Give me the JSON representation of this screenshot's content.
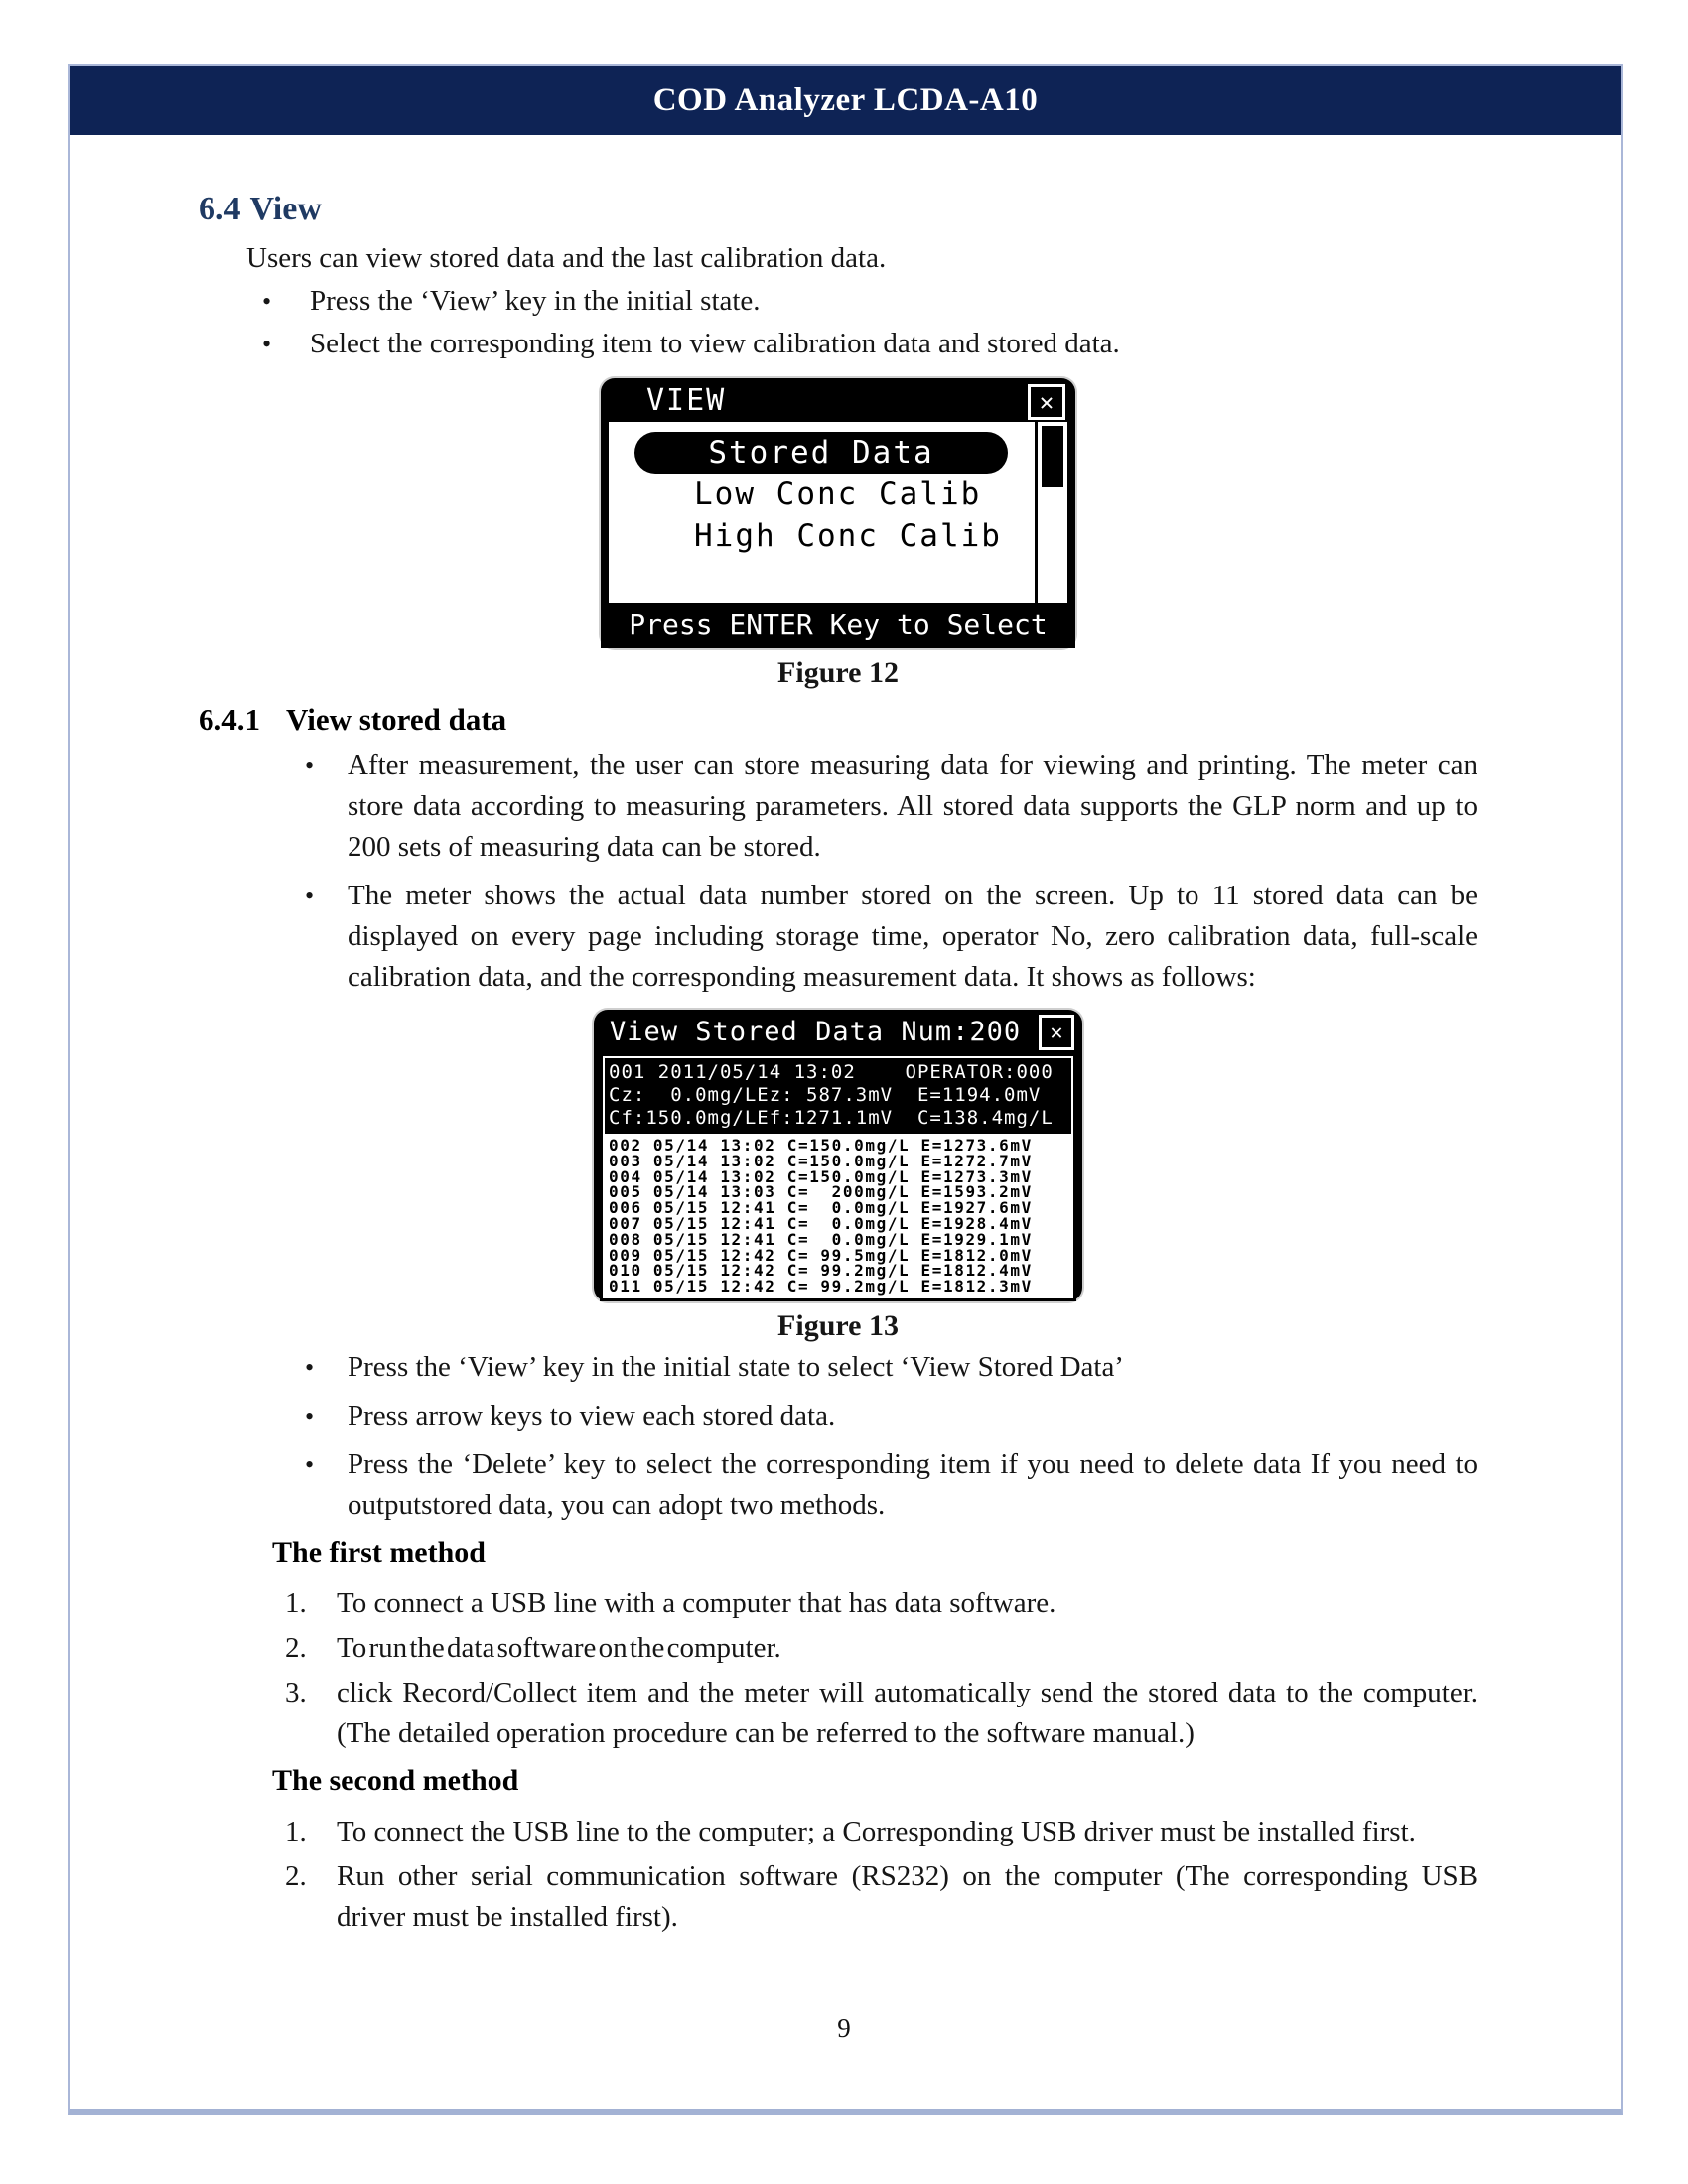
{
  "header": {
    "title": "COD Analyzer LCDA-A10"
  },
  "section_64": {
    "number": "6.4",
    "title": "View",
    "intro": "Users can view stored data and the last calibration data.",
    "bullets": [
      "Press the ‘View’ key in the initial state.",
      "Select the corresponding item to view calibration data and stored data."
    ]
  },
  "figure12": {
    "caption": "Figure 12",
    "lcd": {
      "title": "VIEW",
      "close_glyph": "✕",
      "menu": [
        "Stored Data",
        "Low Conc Calib",
        "High Conc Calib"
      ],
      "selected_item": "Stored Data",
      "footer": "Press ENTER Key to Select"
    }
  },
  "section_641": {
    "number": "6.4.1",
    "title": "View stored data",
    "bullets": [
      "After measurement, the user can store measuring data for viewing and printing. The meter can store data according to measuring parameters. All stored data supports the GLP norm and up to 200 sets of measuring data can be stored.",
      "The meter shows the actual data number stored on the screen. Up to 11 stored data can be displayed on every page including storage time, operator No, zero calibration data, full-scale calibration data, and the corresponding measurement data. It shows as follows:"
    ]
  },
  "figure13": {
    "caption": "Figure 13",
    "lcd": {
      "title": "View Stored Data Num:200",
      "close_glyph": "✕",
      "highlight_lines": [
        "001 2011/05/14 13:02    OPERATOR:000",
        "Cz:  0.0mg/LEz: 587.3mV  E=1194.0mV",
        "Cf:150.0mg/LEf:1271.1mV  C=138.4mg/L"
      ],
      "rows": [
        "002 05/14 13:02 C=150.0mg/L E=1273.6mV",
        "003 05/14 13:02 C=150.0mg/L E=1272.7mV",
        "004 05/14 13:02 C=150.0mg/L E=1273.3mV",
        "005 05/14 13:03 C=  200mg/L E=1593.2mV",
        "006 05/15 12:41 C=  0.0mg/L E=1927.6mV",
        "007 05/15 12:41 C=  0.0mg/L E=1928.4mV",
        "008 05/15 12:41 C=  0.0mg/L E=1929.1mV",
        "009 05/15 12:42 C= 99.5mg/L E=1812.0mV",
        "010 05/15 12:42 C= 99.2mg/L E=1812.4mV",
        "011 05/15 12:42 C= 99.2mg/L E=1812.3mV"
      ]
    }
  },
  "after_fig13_bullets": [
    "Press the ‘View’ key in the initial state to select ‘View Stored Data’",
    "Press arrow keys to view each stored data.",
    "Press the ‘Delete’ key to select the corresponding item if you need to delete data If you need to outputstored data, you can adopt two methods."
  ],
  "method1": {
    "heading": "The first method",
    "items": [
      "To connect a USB line with a computer that has data software.",
      "To run the data software on the computer.",
      "click Record/Collect item and the meter will automatically send the stored data to the computer. (The detailed operation procedure can be referred to the software manual.)"
    ]
  },
  "method2": {
    "heading": "The second method",
    "items": [
      "To connect the USB line to the computer; a Corresponding USB driver must be installed first.",
      "Run other serial communication software (RS232) on the computer (The corresponding USB driver must be installed first)."
    ]
  },
  "footer": {
    "page_number": "9"
  }
}
